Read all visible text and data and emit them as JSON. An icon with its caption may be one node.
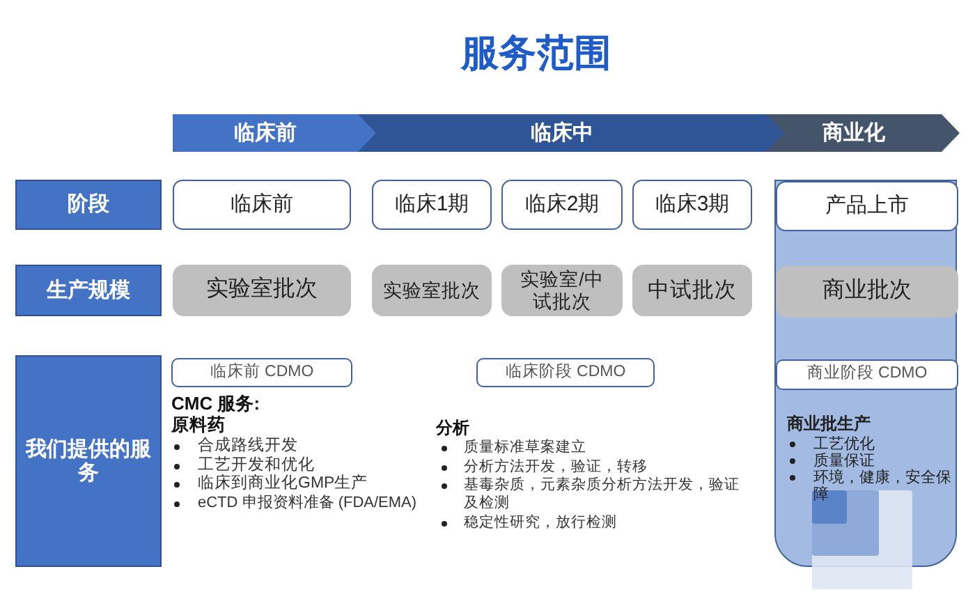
{
  "diagram": {
    "title": "服务范围",
    "nodes": [
      {
        "text": [
          "临床前"
        ]
      },
      {
        "text": [
          "临床中"
        ]
      },
      {
        "text": [
          "商业化"
        ]
      },
      {
        "text": [
          "阶段"
        ]
      },
      {
        "text": [
          "临床前"
        ]
      },
      {
        "text": [
          "临床1期"
        ]
      },
      {
        "text": [
          "临床2期"
        ]
      },
      {
        "text": [
          "临床3期"
        ]
      },
      {
        "text": [
          "商业批生产",
          "工艺优化",
          "质量保证",
          "环境，健康，安全保障"
        ]
      },
      {
        "text": [
          "产品上市"
        ],
        "in": 8
      },
      {
        "text": [
          "生产规模"
        ]
      },
      {
        "text": [
          "实验室批次"
        ]
      },
      {
        "text": [
          "实验室批次"
        ]
      },
      {
        "text": [
          "实验室/中试批次"
        ]
      },
      {
        "text": [
          "中试批次"
        ]
      },
      {
        "text": [
          "商业批次"
        ],
        "in": 8
      },
      {
        "text": [
          "我们提供的服务"
        ]
      },
      {
        "text": [
          "临床前 CDMO"
        ]
      },
      {
        "text": [
          "临床阶段 CDMO"
        ]
      },
      {
        "text": [
          "商业阶段 CDMO"
        ],
        "in": 8
      }
    ],
    "edges": [],
    "labels": [
      "CMC 服务:",
      "原料药",
      "合成路线开发",
      "工艺开发和优化",
      "临床到商业化GMP生产",
      "eCTD 申报资料准备 (FDA/EMA)",
      "分析",
      "质量标准草案建立",
      "分析方法开发，验证，转移",
      "基毒杂质，元素杂质分析方法开发，验证及检测",
      "稳定性研究，放行检测"
    ]
  }
}
